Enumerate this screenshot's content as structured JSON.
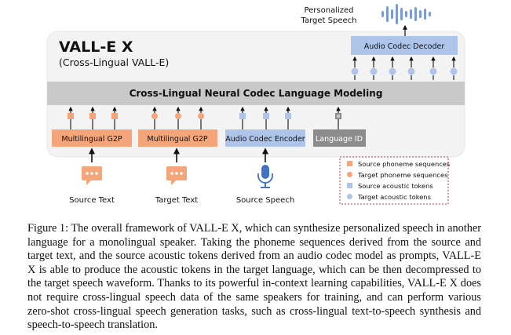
{
  "diagram": {
    "title": "VALL-E X",
    "subtitle": "(Cross-Lingual VALL-E)",
    "output_label_line1": "Personalized",
    "output_label_line2": "Target Speech",
    "decoder_label": "Audio Codec Decoder",
    "lm_label": "Cross-Lingual Neural Codec Language Modeling",
    "modules": [
      {
        "label": "Multilingual G2P"
      },
      {
        "label": "Multilingual G2P"
      },
      {
        "label": "Audio Codec Encoder"
      },
      {
        "label": "Language ID"
      }
    ],
    "inputs": [
      {
        "label": "Source Text",
        "icon": "speech-bubble-icon"
      },
      {
        "label": "Target Text",
        "icon": "speech-bubble-icon"
      },
      {
        "label": "Source Speech",
        "icon": "microphone-icon"
      }
    ],
    "legend": [
      {
        "label": "Source phoneme sequences",
        "shape": "square",
        "color": "#f4a57a"
      },
      {
        "label": "Target phoneme sequences",
        "shape": "circle",
        "color": "#f4a57a"
      },
      {
        "label": "Source acoustic tokens",
        "shape": "square",
        "color": "#aec4e8"
      },
      {
        "label": "Target acoustic tokens",
        "shape": "circle",
        "color": "#aec4e8"
      }
    ],
    "colors": {
      "orange": "#f4a57a",
      "blue": "#aec4e8",
      "gray_bar": "#c9c9c9",
      "gray_module": "#8c8c8c",
      "background": "#f3f3f3",
      "mic_blue": "#4472c4"
    }
  },
  "caption": "Figure 1: The overall framework of VALL-E X, which can synthesize personalized speech in another language for a monolingual speaker. Taking the phoneme sequences derived from the source and target text, and the source acoustic tokens derived from an audio codec model as prompts, VALL-E X is able to produce the acoustic tokens in the target language, which can be then decompressed to the target speech waveform. Thanks to its powerful in-context learning capabilities, VALL-E X does not require cross-lingual speech data of the same speakers for training, and can perform various zero-shot cross-lingual speech generation tasks, such as cross-lingual text-to-speech synthesis and speech-to-speech translation."
}
